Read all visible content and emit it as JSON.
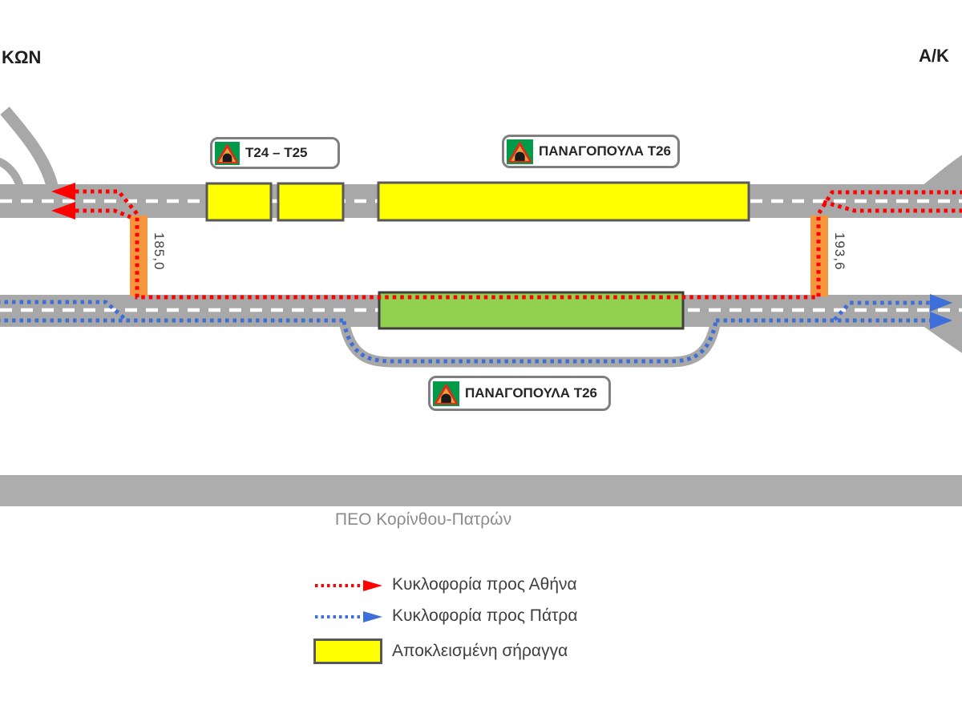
{
  "interchanges": {
    "left_partial": "ΚΩΝ",
    "right_partial": "Α/Κ"
  },
  "signs": {
    "t24_t25": {
      "label": "Τ24 – Τ25",
      "icon": "tunnel-warning-icon"
    },
    "panagopoula_top": {
      "label": "ΠΑΝΑΓΟΠΟΥΛΑ Τ26",
      "icon": "tunnel-warning-icon"
    },
    "panagopoula_bottom": {
      "label": "ΠΑΝΑΓΟΠΟΥΛΑ Τ26",
      "icon": "tunnel-warning-icon"
    }
  },
  "km_markers": {
    "left": "185,0",
    "right": "193,6"
  },
  "old_national_road": {
    "label": "ΠΕΟ Κορίνθου-Πατρών"
  },
  "legend": {
    "athens": {
      "label": "Κυκλοφορία προς Αθήνα",
      "color": "#ff0000"
    },
    "patras": {
      "label": "Κυκλοφορία προς Πάτρα",
      "color": "#3e6fd8"
    },
    "closed_tunnel": {
      "label": "Αποκλεισμένη σήραγγα",
      "color": "#ffff00"
    }
  },
  "colors": {
    "road": "#a8a8a8",
    "lane_divider": "#ffffff",
    "closed_tunnel_fill": "#ffff00",
    "open_tunnel_fill": "#92d050",
    "crossover_fill": "#f5953d",
    "athens_flow": "#ff0000",
    "patras_flow": "#3e6fd8",
    "old_road_band": "#adadad"
  }
}
